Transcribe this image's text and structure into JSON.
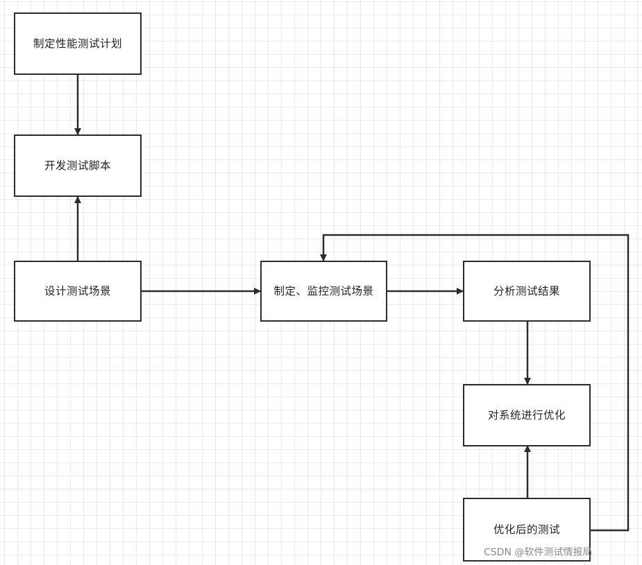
{
  "nodes": {
    "plan": "制定性能测试计划",
    "develop_scripts": "开发测试脚本",
    "design_scenarios": "设计测试场景",
    "execute_monitor": "制定、监控测试场景",
    "analyze_results": "分析测试结果",
    "optimize_system": "对系统进行优化",
    "post_optimization_test": "优化后的测试"
  },
  "edges": [
    {
      "from": "plan",
      "to": "develop_scripts"
    },
    {
      "from": "design_scenarios",
      "to": "develop_scripts"
    },
    {
      "from": "design_scenarios",
      "to": "execute_monitor"
    },
    {
      "from": "execute_monitor",
      "to": "analyze_results"
    },
    {
      "from": "analyze_results",
      "to": "optimize_system"
    },
    {
      "from": "post_optimization_test",
      "to": "optimize_system"
    },
    {
      "from": "post_optimization_test",
      "to": "execute_monitor"
    }
  ],
  "watermark": "CSDN @软件测试情报局",
  "colors": {
    "stroke": "#2b2b2b",
    "grid": "#e9e9e9",
    "background": "#ffffff"
  }
}
